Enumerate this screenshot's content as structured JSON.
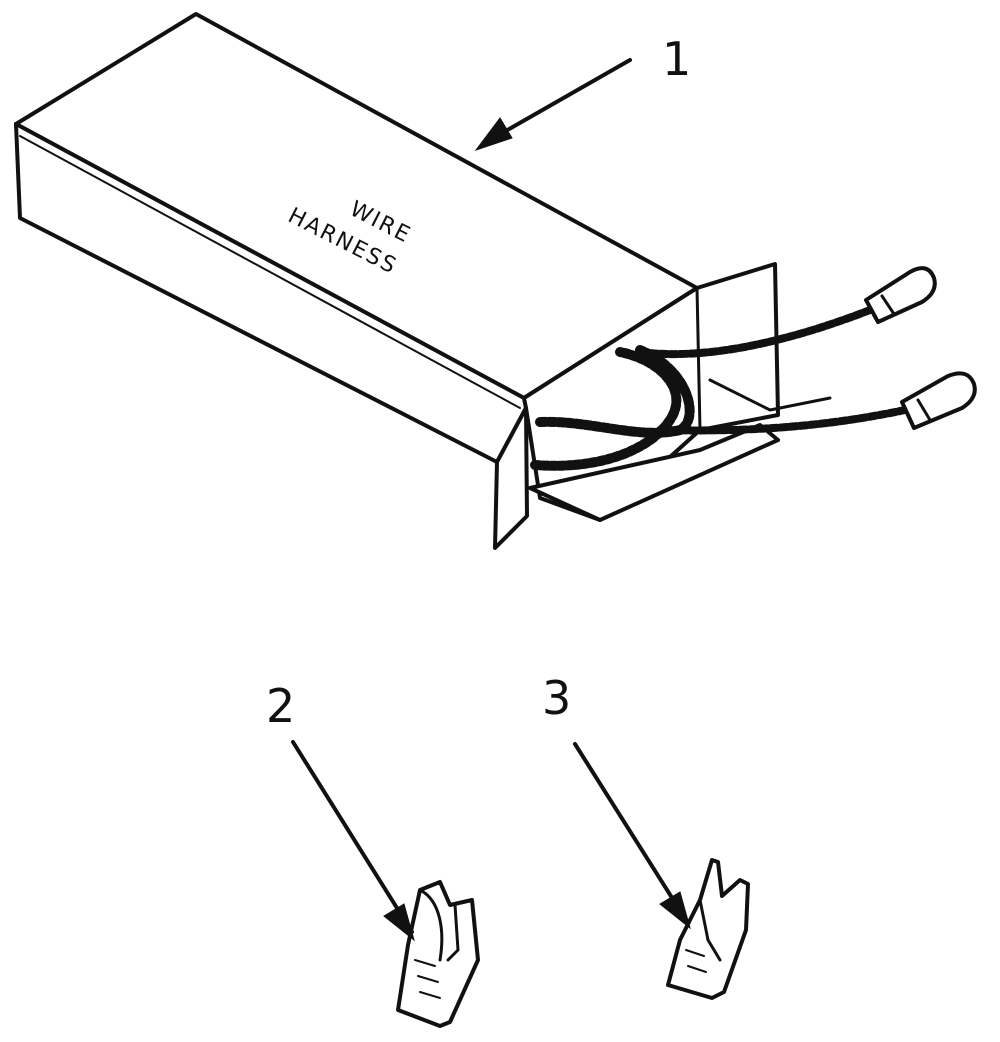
{
  "diagram": {
    "box": {
      "label_line1": "WIRE",
      "label_line2": "HARNESS"
    },
    "callouts": [
      {
        "id": "1",
        "label": "1"
      },
      {
        "id": "2",
        "label": "2"
      },
      {
        "id": "3",
        "label": "3"
      }
    ],
    "colors": {
      "ink": "#111111",
      "background": "#ffffff"
    }
  }
}
